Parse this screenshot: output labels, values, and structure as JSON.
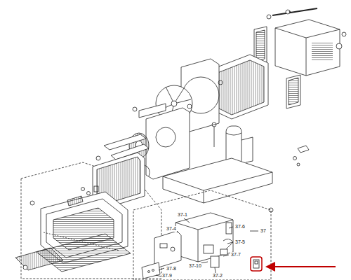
{
  "diagram": {
    "labels": [
      "37",
      "37-1",
      "37-6",
      "37-4",
      "37-5",
      "37-7",
      "37-8",
      "37-10",
      "37-2",
      "37-9"
    ]
  }
}
